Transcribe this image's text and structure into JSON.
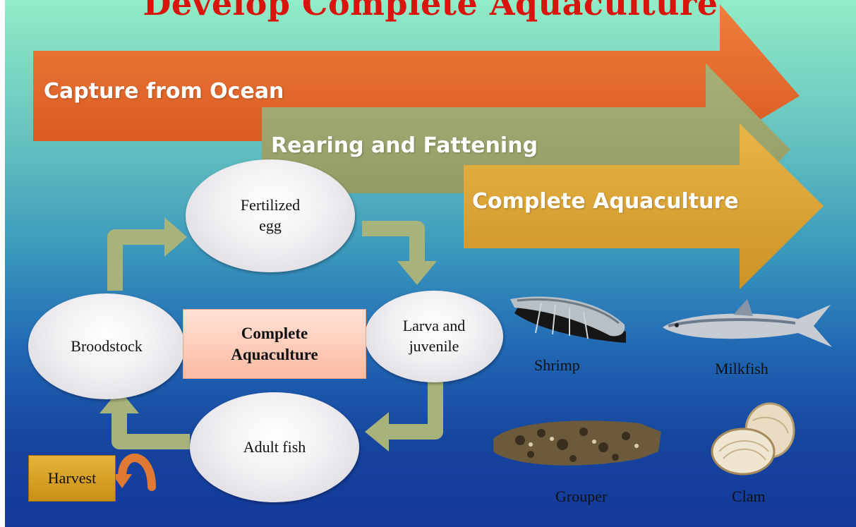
{
  "slide": {
    "title": "Develop Complete Aquaculture"
  },
  "banners": {
    "ocean": "Capture from Ocean",
    "rearing": "Rearing and Fattening",
    "complete": "Complete Aquaculture"
  },
  "cycle": {
    "center": "Complete\nAquaculture",
    "nodes": {
      "egg": "Fertilized\negg",
      "larva": "Larva and\njuvenile",
      "adult": "Adult fish",
      "broodstock": "Broodstock"
    },
    "harvest": "Harvest"
  },
  "species": {
    "shrimp": "Shrimp",
    "milkfish": "Milkfish",
    "grouper": "Grouper",
    "clam": "Clam"
  },
  "colors": {
    "title": "#d9140c",
    "ocean_arrow": "#e26a2a",
    "rearing_arrow": "#9ba36b",
    "complete_arrow": "#d9a233",
    "cycle_arrow": "#a9b37c"
  }
}
